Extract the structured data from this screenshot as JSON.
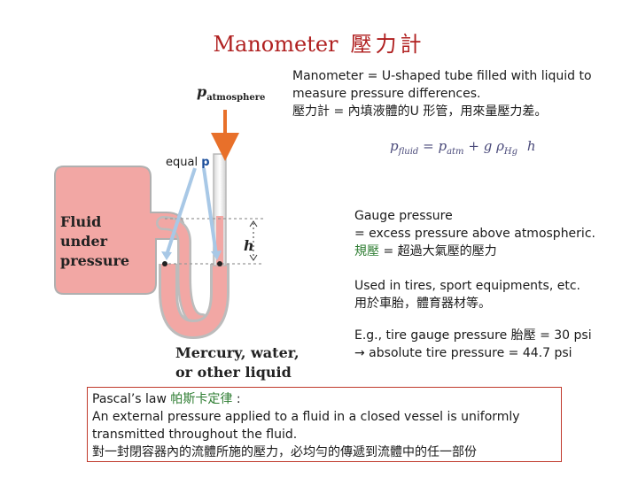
{
  "title": {
    "en": "Manometer",
    "zh": "壓力計"
  },
  "definition": {
    "lines": [
      "Manometer = U-shaped tube filled with liquid to",
      "measure pressure differences.",
      "壓力計 = 內填液體的U 形管，用來量壓力差。"
    ]
  },
  "formula": {
    "p": "p",
    "fluid_sub": "fluid",
    "equals": "=",
    "p2": "p",
    "atm_sub": "atm",
    "plus": "+",
    "g": "g",
    "rho": "ρ",
    "hg_sub": "Hg",
    "h": "h"
  },
  "diagram": {
    "p_label": "p",
    "p_sub": "atmosphere",
    "equal_prefix": "equal",
    "equal_p": "p",
    "fluid_label": [
      "Fluid",
      "under",
      "pressure"
    ],
    "h_label": "h",
    "liquid_label": [
      "Mercury, water,",
      "or other liquid"
    ],
    "colors": {
      "fluid": "#f2a7a4",
      "arrow_red": "#e8702a",
      "arrow_blue": "#a8c8e6"
    }
  },
  "gauge": {
    "lines": [
      "Gauge pressure",
      "= excess pressure above atmospheric.",
      "規壓 = 超過大氣壓的壓力"
    ],
    "highlight": "規壓"
  },
  "usage": {
    "lines": [
      "Used in tires, sport equipments, etc.",
      "用於車胎，體育器材等。"
    ]
  },
  "example": {
    "line1": "E.g.,  tire gauge pressure 胎壓 = 30 psi",
    "arrow": "→",
    "line2": " absolute tire pressure = 44.7 psi"
  },
  "pascal": {
    "head_en": "Pascal’s law ",
    "head_zh": "帕斯卡定律",
    "head_tail": ":",
    "lines": [
      "An external pressure applied to a fluid in a closed vessel is uniformly",
      "transmitted throughout the fluid.",
      "對一封閉容器內的流體所施的壓力，必均勻的傳遞到流體中的任一部份"
    ]
  }
}
